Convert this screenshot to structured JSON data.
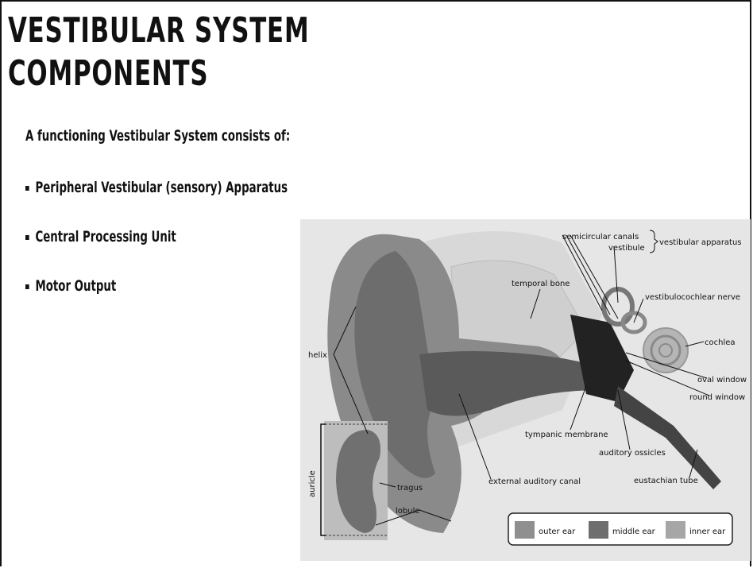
{
  "slide": {
    "title_line1": "VESTIBULAR SYSTEM",
    "title_line2": "COMPONENTS",
    "intro": "A functioning Vestibular System consists of:",
    "bullets": [
      "Peripheral Vestibular (sensory) Apparatus",
      "Central Processing Unit",
      "Motor Output"
    ]
  },
  "figure": {
    "labels": {
      "semicircular_canals": "semicircular canals",
      "vestibule": "vestibule",
      "vestibular_apparatus": "vestibular apparatus",
      "temporal_bone": "temporal bone",
      "vestibulocochlear_nerve": "vestibulocochlear nerve",
      "cochlea": "cochlea",
      "helix": "helix",
      "oval_window": "oval window",
      "round_window": "round window",
      "tympanic_membrane": "tympanic membrane",
      "auditory_ossicles": "auditory ossicles",
      "auricle": "auricle",
      "tragus": "tragus",
      "eustachian_tube": "eustachian tube",
      "external_auditory_canal": "external auditory canal",
      "lobule": "lobule"
    },
    "legend": [
      {
        "label": "outer ear",
        "color": "#8f8f8f"
      },
      {
        "label": "middle ear",
        "color": "#6e6e6e"
      },
      {
        "label": "inner ear",
        "color": "#a6a6a6"
      }
    ]
  }
}
